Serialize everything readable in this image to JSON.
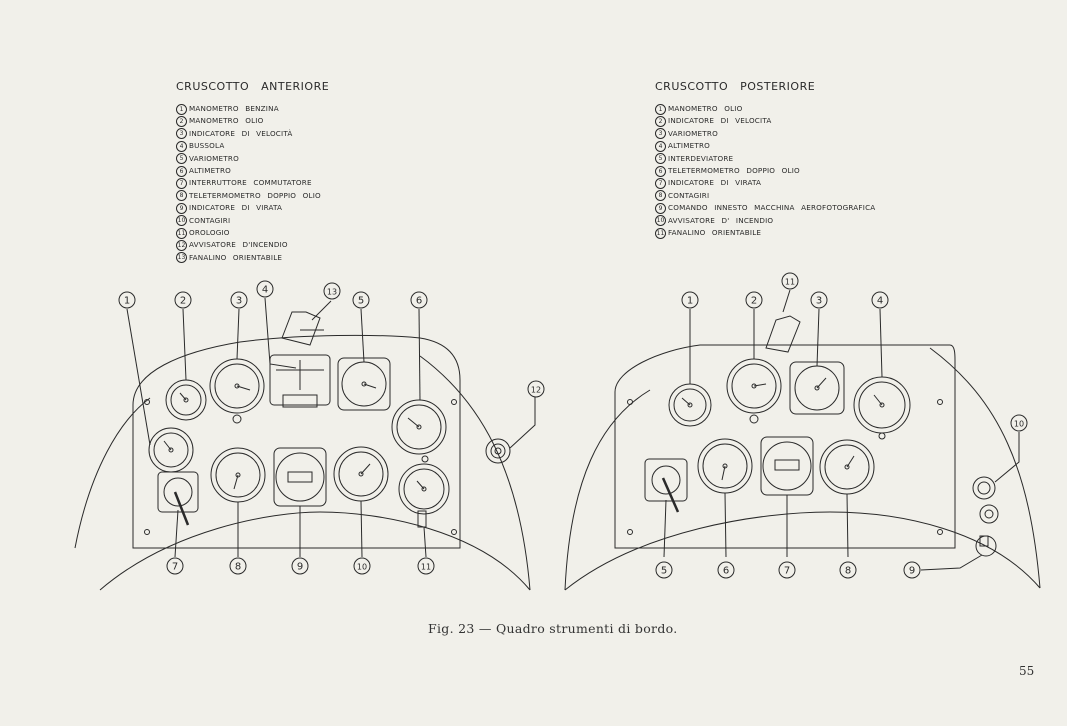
{
  "front": {
    "title": "CRUSCOTTO  ANTERIORE",
    "items": [
      {
        "num": "1",
        "label": "MANOMETRO BENZINA"
      },
      {
        "num": "2",
        "label": "MANOMETRO OLIO"
      },
      {
        "num": "3",
        "label": "INDICATORE DI VELOCITÀ"
      },
      {
        "num": "4",
        "label": "BUSSOLA"
      },
      {
        "num": "5",
        "label": "VARIOMETRO"
      },
      {
        "num": "6",
        "label": "ALTIMETRO"
      },
      {
        "num": "7",
        "label": "INTERRUTTORE COMMUTATORE"
      },
      {
        "num": "8",
        "label": "TELETERMOMETRO DOPPIO OLIO"
      },
      {
        "num": "9",
        "label": "INDICATORE DI VIRATA"
      },
      {
        "num": "10",
        "label": "CONTAGIRI"
      },
      {
        "num": "11",
        "label": "OROLOGIO"
      },
      {
        "num": "12",
        "label": "AVVISATORE D'INCENDIO"
      },
      {
        "num": "13",
        "label": "FANALINO ORIENTABILE"
      }
    ],
    "callouts": [
      "1",
      "2",
      "3",
      "4",
      "13",
      "5",
      "6",
      "12",
      "7",
      "8",
      "9",
      "10",
      "11"
    ]
  },
  "rear": {
    "title": "CRUSCOTTO  POSTERIORE",
    "items": [
      {
        "num": "1",
        "label": "MANOMETRO OLIO"
      },
      {
        "num": "2",
        "label": "INDICATORE DI VELOCITA"
      },
      {
        "num": "3",
        "label": "VARIOMETRO"
      },
      {
        "num": "4",
        "label": "ALTIMETRO"
      },
      {
        "num": "5",
        "label": "INTERDEVIATORE"
      },
      {
        "num": "6",
        "label": "TELETERMOMETRO DOPPIO OLIO"
      },
      {
        "num": "7",
        "label": "INDICATORE DI VIRATA"
      },
      {
        "num": "8",
        "label": "CONTAGIRI"
      },
      {
        "num": "9",
        "label": "COMANDO INNESTO MACCHINA AEROFOTOGRAFICA"
      },
      {
        "num": "10",
        "label": "AVVISATORE D' INCENDIO"
      },
      {
        "num": "11",
        "label": "FANALINO ORIENTABILE"
      }
    ],
    "callouts": [
      "11",
      "1",
      "2",
      "3",
      "4",
      "10",
      "5",
      "6",
      "7",
      "8",
      "9"
    ]
  },
  "caption": "Fig. 23 — Quadro strumenti di bordo.",
  "page_number": "55",
  "colors": {
    "paper": "#f1f0ea",
    "ink": "#2a2a2a"
  }
}
